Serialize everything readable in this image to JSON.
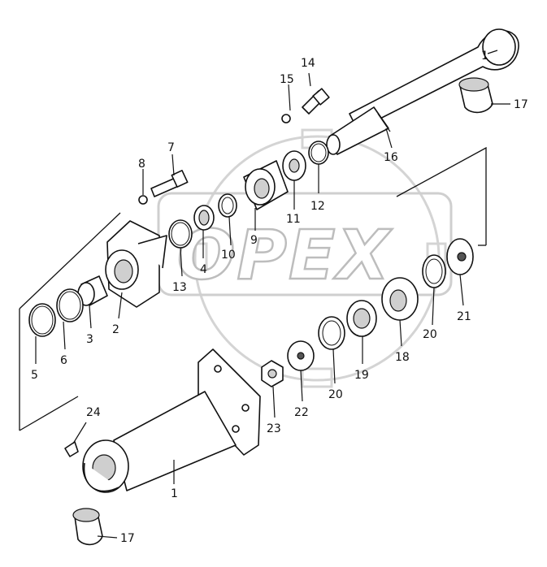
{
  "watermark": {
    "text": "OPEX"
  },
  "callouts": [
    {
      "id": "1a",
      "text": "1"
    },
    {
      "id": "1b",
      "text": "1"
    },
    {
      "id": "2",
      "text": "2"
    },
    {
      "id": "3",
      "text": "3"
    },
    {
      "id": "4",
      "text": "4"
    },
    {
      "id": "5",
      "text": "5"
    },
    {
      "id": "6",
      "text": "6"
    },
    {
      "id": "7",
      "text": "7"
    },
    {
      "id": "8",
      "text": "8"
    },
    {
      "id": "9",
      "text": "9"
    },
    {
      "id": "10",
      "text": "10"
    },
    {
      "id": "11",
      "text": "11"
    },
    {
      "id": "12",
      "text": "12"
    },
    {
      "id": "13",
      "text": "13"
    },
    {
      "id": "14",
      "text": "14"
    },
    {
      "id": "15",
      "text": "15"
    },
    {
      "id": "16",
      "text": "16"
    },
    {
      "id": "17a",
      "text": "17"
    },
    {
      "id": "17b",
      "text": "17"
    },
    {
      "id": "18",
      "text": "18"
    },
    {
      "id": "19",
      "text": "19"
    },
    {
      "id": "20a",
      "text": "20"
    },
    {
      "id": "20b",
      "text": "20"
    },
    {
      "id": "21",
      "text": "21"
    },
    {
      "id": "22",
      "text": "22"
    },
    {
      "id": "23",
      "text": "23"
    },
    {
      "id": "24",
      "text": "24"
    }
  ]
}
